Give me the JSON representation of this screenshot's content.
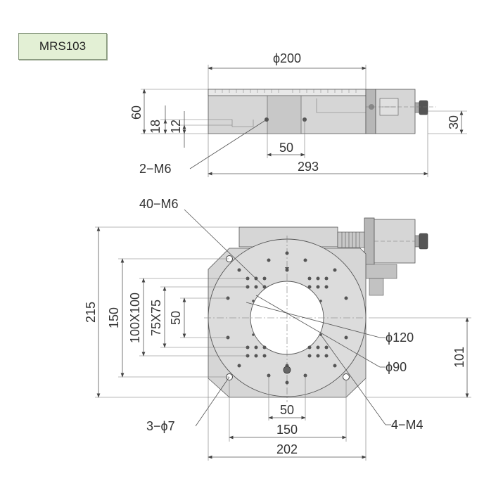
{
  "model": "MRS103",
  "top_view": {
    "diameter": "ϕ200",
    "height_total": "60",
    "height_18": "18",
    "height_12": "12",
    "height_30": "30",
    "width_50": "50",
    "length_293": "293",
    "callout_m6": "2−M6"
  },
  "plan_view": {
    "callout_40m6": "40−M6",
    "height_215": "215",
    "height_150": "150",
    "dim_100x100": "100X100",
    "dim_75x75": "75X75",
    "dim_50": "50",
    "height_101": "101",
    "dia_120": "ϕ120",
    "dia_90": "ϕ90",
    "width_50": "50",
    "width_150": "150",
    "width_202": "202",
    "callout_3phi7": "3−ϕ7",
    "callout_4m4": "4−M4"
  }
}
